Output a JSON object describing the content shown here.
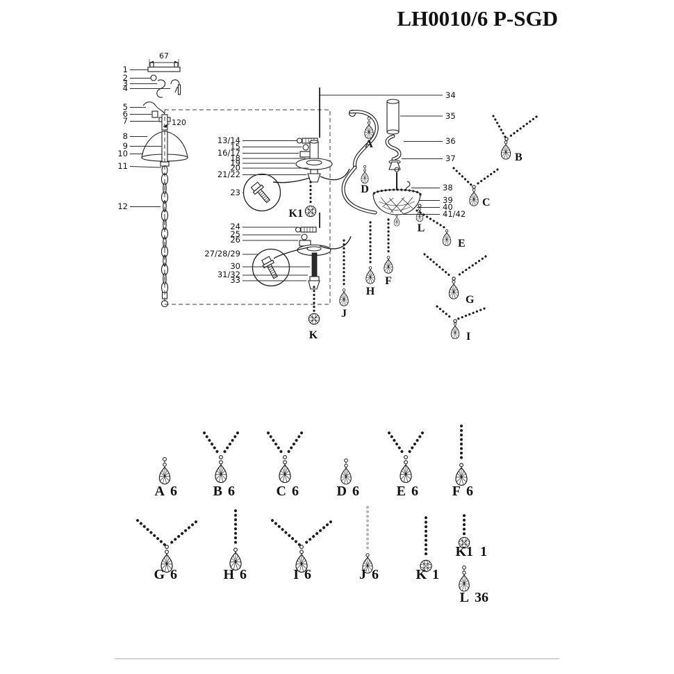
{
  "title": "LH0010/6 P-SGD",
  "dimensions": {
    "hanger_width": "67",
    "canopy_width": "120"
  },
  "part_callouts": {
    "n1": "1",
    "n2": "2",
    "n3": "3",
    "n4": "4",
    "n5": "5",
    "n6": "6",
    "n7": "7",
    "n8": "8",
    "n9": "9",
    "n10": "10",
    "n11": "11",
    "n12": "12",
    "n13_14": "13/14",
    "n15": "15",
    "n16_17": "16/17",
    "n18": "18",
    "n19": "19",
    "n20": "20",
    "n21_22": "21/22",
    "n23": "23",
    "n24": "24",
    "n25": "25",
    "n26": "26",
    "n27_28_29": "27/28/29",
    "n30": "30",
    "n31_32": "31/32",
    "n33": "33",
    "n34": "34",
    "n35": "35",
    "n36": "36",
    "n37": "37",
    "n38": "38",
    "n39": "39",
    "n40": "40",
    "n41_42": "41/42"
  },
  "letters": {
    "A": "A",
    "B": "B",
    "C": "C",
    "D": "D",
    "E": "E",
    "F": "F",
    "G": "G",
    "H": "H",
    "I": "I",
    "J": "J",
    "K": "K",
    "K1": "K1",
    "L": "L"
  },
  "legend": {
    "items": [
      {
        "label": "A",
        "qty": "6"
      },
      {
        "label": "B",
        "qty": "6"
      },
      {
        "label": "C",
        "qty": "6"
      },
      {
        "label": "D",
        "qty": "6"
      },
      {
        "label": "E",
        "qty": "6"
      },
      {
        "label": "F",
        "qty": "6"
      },
      {
        "label": "G",
        "qty": "6"
      },
      {
        "label": "H",
        "qty": "6"
      },
      {
        "label": "I",
        "qty": "6"
      },
      {
        "label": "J",
        "qty": "6"
      },
      {
        "label": "K",
        "qty": "1"
      },
      {
        "label": "K1",
        "qty": "1"
      },
      {
        "label": "L",
        "qty": "36"
      }
    ]
  }
}
